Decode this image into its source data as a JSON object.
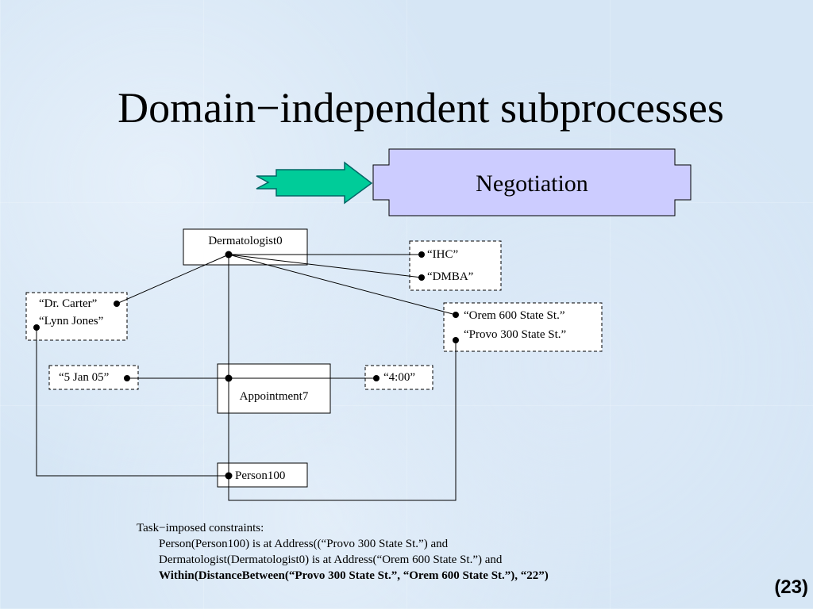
{
  "title": "Domain−independent subprocesses",
  "negotiation": {
    "label": "Negotiation"
  },
  "objects": {
    "dermatologist": "Dermatologist0",
    "appointment": "Appointment7",
    "person": "Person100"
  },
  "lexical": {
    "ihc": "“IHC”",
    "dmba": "“DMBA”",
    "dr_carter": "“Dr. Carter”",
    "lynn_jones": "“Lynn Jones”",
    "orem": "“Orem 600 State St.”",
    "provo": "“Provo 300 State St.”",
    "date": "“5 Jan 05”",
    "time": "“4:00”"
  },
  "constraints": {
    "heading": "Task−imposed constraints:",
    "line1": "Person(Person100) is at Address((“Provo 300 State St.”) and",
    "line2": "Dermatologist(Dermatologist0) is at Address(“Orem 600 State St.”) and",
    "line3": "Within(DistanceBetween(“Provo 300 State St.”, “Orem 600 State St.”), “22”)"
  },
  "page_number": "(23)",
  "colors": {
    "arrow_fill": "#00cc99",
    "negotiation_fill": "#ccccff"
  }
}
